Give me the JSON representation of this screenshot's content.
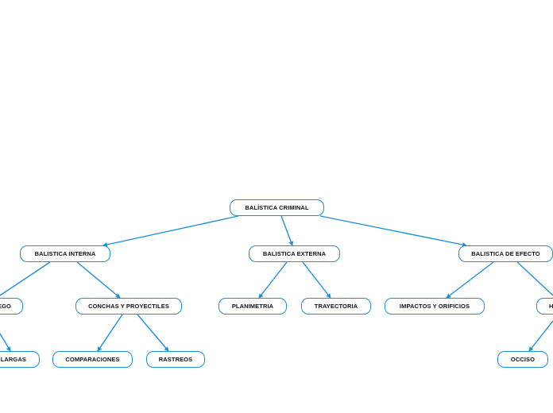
{
  "diagram": {
    "line_color": "#1f8fd8",
    "root": {
      "label": "BALÍSTICA CRIMINAL"
    },
    "level1": {
      "interna": {
        "label": "BALISTICA INTERNA"
      },
      "externa": {
        "label": "BALISTICA EXTERNA"
      },
      "efecto": {
        "label": "BALISTICA DE EFECTO"
      }
    },
    "level2": {
      "fuego": {
        "label": "EGO"
      },
      "conchas": {
        "label": "CONCHAS Y PROYECTILES"
      },
      "planimetria": {
        "label": "PLANIMETRIA"
      },
      "trayectoria": {
        "label": "TRAYECTORIA"
      },
      "impactos": {
        "label": "IMPACTOS Y ORIFICIOS"
      },
      "heridas": {
        "label": "H"
      }
    },
    "level3": {
      "largas": {
        "label": "LARGAS"
      },
      "comparaciones": {
        "label": "COMPARACIONES"
      },
      "rastreos": {
        "label": "RASTREOS"
      },
      "occiso": {
        "label": "OCCISO"
      }
    }
  }
}
